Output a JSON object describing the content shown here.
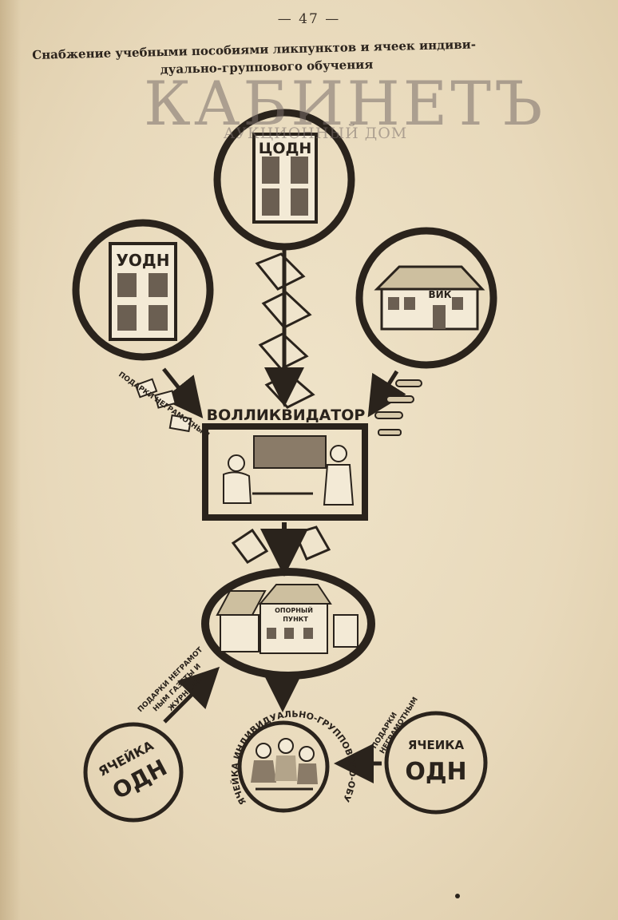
{
  "page_number": "— 47 —",
  "caption": {
    "line1": "Снабжение учебными пособиями ликпунктов и ячеек индиви-",
    "line2": "дуально-группового обучения"
  },
  "watermark": {
    "main": "КАБИНЕТЪ",
    "sub": "АУКЦИОННЫЙ ДОМ"
  },
  "nodes": {
    "top": {
      "label": "ЦОДН"
    },
    "left": {
      "label": "УОДН"
    },
    "right": {
      "label": "ВИК"
    },
    "center": {
      "label": "ВОЛЛИКВИДАТОР"
    },
    "hub": {
      "label_line1": "ОПОРНЫЙ",
      "label_line2": "ПУНКТ"
    },
    "cell_left": {
      "line1": "ЯЧЕЙКА",
      "line2": "ОДН"
    },
    "cell_right": {
      "line1": "ЯЧЕИКА",
      "line2": "ОДН"
    },
    "group": {
      "arc_label": "ЯЧЕЙКА ИНДИВИДУАЛЬНО-ГРУППОВОГО-ОБУЧЕНИЯ"
    }
  },
  "annotations": {
    "left_gifts": "ПОДАРКИ НЕГРАМОТНЫМ",
    "bottom_left_line1": "ПОДАРКИ НЕГРАМОТ",
    "bottom_left_line2": "НЫМ ГАЗЕТЫ И",
    "bottom_left_line3": "ЖУРНАЛЫ",
    "bottom_right_line1": "ПОДАРКИ",
    "bottom_right_line2": "НЕГРАМОТНЫМ"
  }
}
